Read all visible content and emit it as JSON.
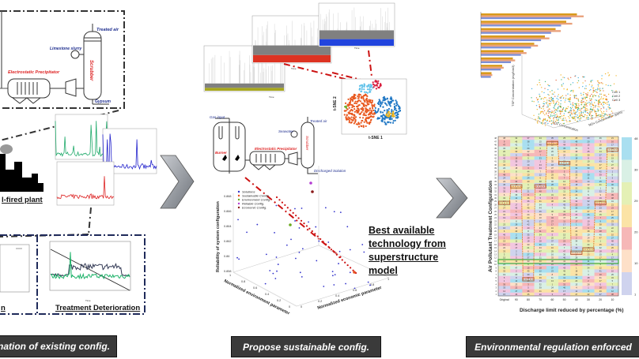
{
  "captions": {
    "left": "nation of existing config.",
    "middle": "Propose sustainable config.",
    "right": "Environmental regulation enforced"
  },
  "left_panel": {
    "process": {
      "treated_air": "Treated air",
      "limestone_slurry": "Limestone slurry",
      "scrubber": "Scrubber",
      "esp": "Electrostatic Precipitator",
      "gypsum": "Gypsum"
    },
    "plant_label": "l-fired plant",
    "left_box_label": "n",
    "treatment_title": "Treatment Deterioration",
    "time_axis": "Time"
  },
  "middle_panel": {
    "tsne_x": "t-SNE 1",
    "tsne_y": "t-SNE 2",
    "time_axis": "Time",
    "process": {
      "gas_input": "Gas input",
      "burner": "Burner",
      "esp": "Electrostatic Precipitator",
      "seawater": "Seawater",
      "treated_air": "Treated air",
      "scrubber": "Scrubber",
      "discharged": "Discharged Solution"
    },
    "scatter": {
      "legend": [
        "Solutions",
        "Sustainable Config.",
        "Environment Config.",
        "Reliable Config.",
        "Economic Config."
      ],
      "legend_colors": [
        "#3333cc",
        "#e8501e",
        "#6aaa1e",
        "#b43cd2",
        "#8b1a1a"
      ],
      "z_label": "Reliability of system configuration",
      "x_label": "Normalized economic parameter",
      "y_label": "Normalized environment parameter",
      "z_ticks": [
        "0.858",
        "0.86",
        "0.862",
        "0.864",
        "0.866",
        "0.868"
      ],
      "x_ticks": [
        "0",
        "0.2",
        "0.4",
        "0.6",
        "0.8",
        "1"
      ],
      "y_ticks": [
        "1",
        "0.8",
        "0.6",
        "0.4",
        "0.2",
        "0"
      ]
    },
    "best_available": [
      "Best available",
      "technology from",
      "superstructure",
      "model"
    ]
  },
  "right_panel": {
    "scatter3d": {
      "legend": [
        "Cell 1",
        "Cell 2",
        "Cell 3"
      ],
      "x_label": "SO2 Concentration",
      "y_label": "NOx Concentration (ppm)",
      "z_label": "TSP Concentration (mg/Nm3)"
    },
    "heatmap": {
      "y_label": "Air Pollutant Treatment Configuration",
      "x_label": "Discharge limit reduced by percentage (%)",
      "x_ticks": [
        "Original",
        "90",
        "80",
        "70",
        "60",
        "50",
        "40",
        "30",
        "20",
        "10"
      ],
      "colorbar_ticks": [
        "48",
        "39",
        "29",
        "20",
        "10",
        "1"
      ],
      "rows": 48,
      "highlight_color": "#e07b28",
      "baseline_color": "#3aa83a"
    }
  },
  "colors": {
    "arrow": "#8a8f96",
    "caption_bg": "#3a3a3a",
    "dash_box": "#1f2a5a",
    "link_red": "#cc1111",
    "esp_red": "#dd2222",
    "label_blue": "#1f2f8f"
  }
}
